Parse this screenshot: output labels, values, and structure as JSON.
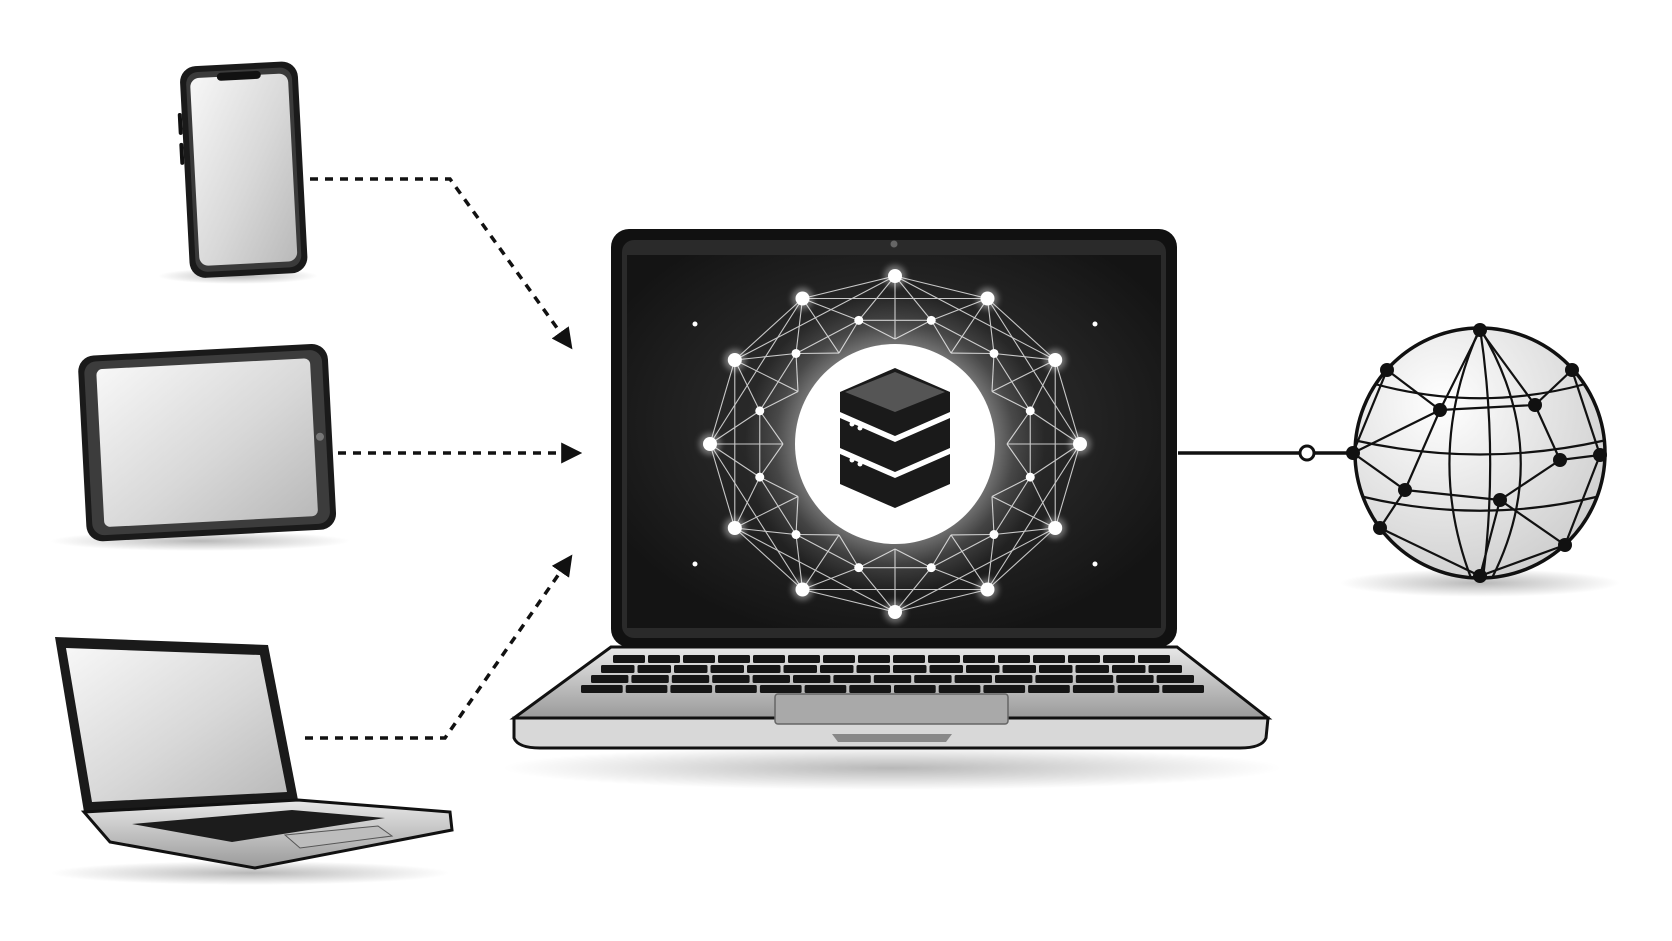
{
  "diagram": {
    "nodes": [
      {
        "id": "smartphone",
        "icon": "smartphone-icon"
      },
      {
        "id": "tablet",
        "icon": "tablet-icon"
      },
      {
        "id": "small-laptop",
        "icon": "laptop-icon"
      },
      {
        "id": "central-laptop",
        "icon": "laptop-icon"
      },
      {
        "id": "server",
        "icon": "server-stack-icon"
      },
      {
        "id": "network-mesh",
        "icon": "network-mesh-icon"
      },
      {
        "id": "globe",
        "icon": "globe-network-icon"
      }
    ],
    "edges": [
      {
        "from": "smartphone",
        "to": "central-laptop",
        "style": "dashed",
        "arrow": true
      },
      {
        "from": "tablet",
        "to": "central-laptop",
        "style": "dashed",
        "arrow": true
      },
      {
        "from": "small-laptop",
        "to": "central-laptop",
        "style": "dashed",
        "arrow": true
      },
      {
        "from": "central-laptop",
        "to": "globe",
        "style": "solid",
        "arrow": false
      }
    ]
  },
  "colors": {
    "background": "#ffffff",
    "ink": "#111111",
    "screen": "#1b1b1b",
    "glow": "#ffffff",
    "device_gray": "#c9c9c9"
  }
}
